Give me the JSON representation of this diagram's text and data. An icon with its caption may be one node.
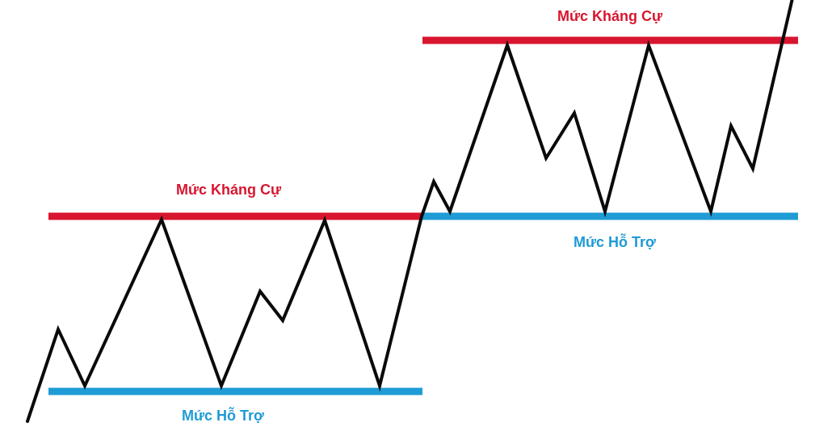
{
  "diagram": {
    "labels": [
      "Mức Kháng Cự",
      "Mức Kháng Cự",
      "Mức Hỗ Trợ",
      "Mức Hỗ Trợ"
    ]
  }
}
